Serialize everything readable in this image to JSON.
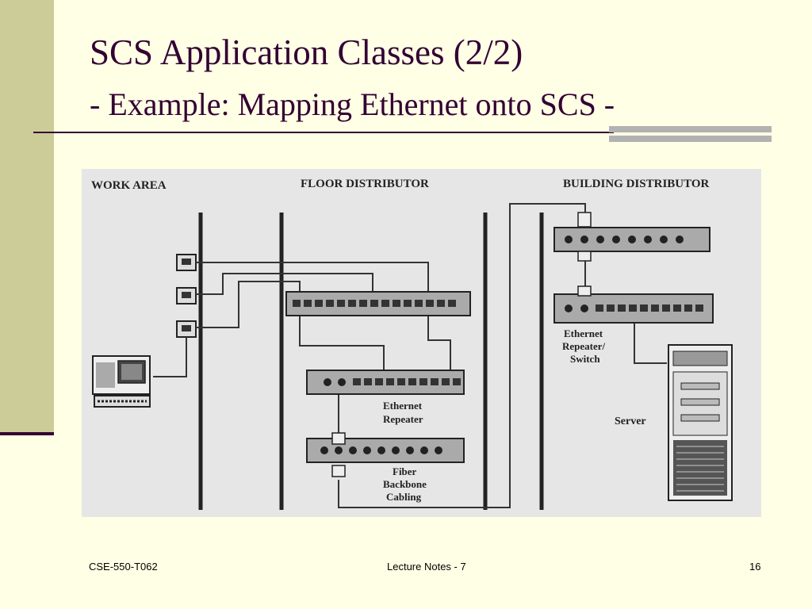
{
  "slide": {
    "title": "SCS Application Classes (2/2)",
    "subtitle": "- Example: Mapping Ethernet onto SCS -"
  },
  "diagram": {
    "zones": {
      "work_area": "WORK AREA",
      "floor_distributor": "FLOOR DISTRIBUTOR",
      "building_distributor": "BUILDING DISTRIBUTOR"
    },
    "labels": {
      "ethernet_repeater_line1": "Ethernet",
      "ethernet_repeater_line2": "Repeater",
      "fiber_line1": "Fiber",
      "fiber_line2": "Backbone",
      "fiber_line3": "Cabling",
      "switch_line1": "Ethernet",
      "switch_line2": "Repeater/",
      "switch_line3": "Switch",
      "server": "Server"
    }
  },
  "footer": {
    "course": "CSE-550-T062",
    "center": "Lecture Notes - 7",
    "page": "16"
  }
}
